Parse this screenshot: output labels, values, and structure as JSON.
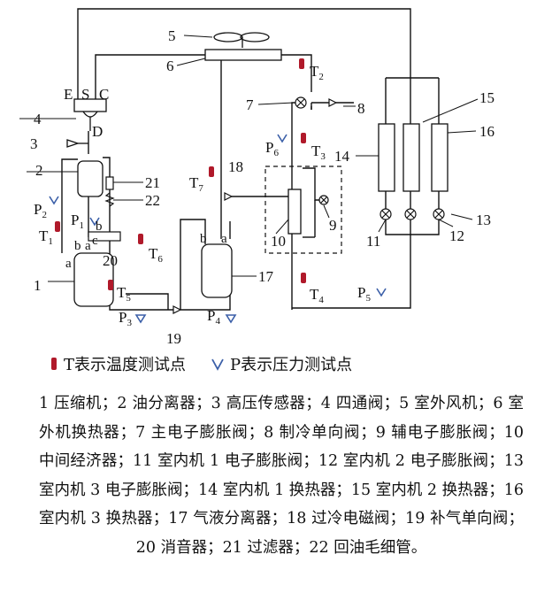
{
  "labels": {
    "n1": "1",
    "n2": "2",
    "n3": "3",
    "n4": "4",
    "n5": "5",
    "n6": "6",
    "n7": "7",
    "n8": "8",
    "n9": "9",
    "n10": "10",
    "n11": "11",
    "n12": "12",
    "n13": "13",
    "n14": "14",
    "n15": "15",
    "n16": "16",
    "n17": "17",
    "n18": "18",
    "n19": "19",
    "n20": "20",
    "n21": "21",
    "n22": "22",
    "E": "E",
    "S": "S",
    "C": "C",
    "D": "D",
    "a_comp": "a",
    "b_comp": "b",
    "a_muff": "a",
    "b_muff": "b",
    "c_muff": "c",
    "a_sep": "a",
    "b_sep": "b"
  },
  "sensors": {
    "T1": "T",
    "T1_sub": "1",
    "T2": "T",
    "T2_sub": "2",
    "T3": "T",
    "T3_sub": "3",
    "T4": "T",
    "T4_sub": "4",
    "T5": "T",
    "T5_sub": "5",
    "T6": "T",
    "T6_sub": "6",
    "T7": "T",
    "T7_sub": "7",
    "P1": "P",
    "P1_sub": "1",
    "P2": "P",
    "P2_sub": "2",
    "P3": "P",
    "P3_sub": "3",
    "P4": "P",
    "P4_sub": "4",
    "P5": "P",
    "P5_sub": "5",
    "P6": "P",
    "P6_sub": "6"
  },
  "legend": {
    "temp": "T表示温度测试点",
    "press": "P表示压力测试点"
  },
  "caption": "1 压缩机；2 油分离器；3 高压传感器；4 四通阀；5 室外风机；6 室外机换热器；7 主电子膨胀阀；8 制冷单向阀；9 辅电子膨胀阀；10 中间经济器；11 室内机 1 电子膨胀阀；12 室内机 2 电子膨胀阀；13 室内机 3 电子膨胀阀；14 室内机 1 换热器；15 室内机 2 换热器；16 室内机 3 换热器；17 气液分离器；18 过冷电磁阀；19 补气单向阀；20 消音器；21 过滤器；22 回油毛细管。",
  "colors": {
    "temp_marker": "#b0192a",
    "press_marker": "#3b5fa8",
    "line": "#111111"
  }
}
